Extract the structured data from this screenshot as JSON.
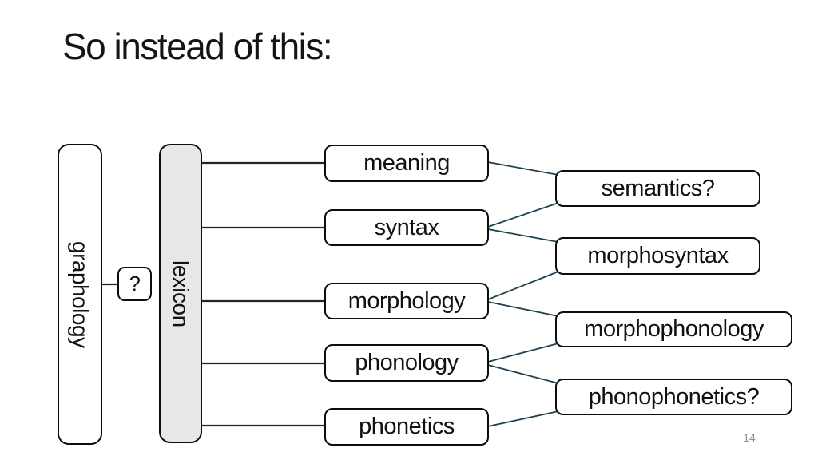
{
  "slide": {
    "title": "So instead of this:",
    "page_number": "14"
  },
  "diagram": {
    "graphology_label": "graphology",
    "question_label": "?",
    "lexicon_label": "lexicon",
    "middle_boxes": [
      "meaning",
      "syntax",
      "morphology",
      "phonology",
      "phonetics"
    ],
    "right_boxes": [
      "semantics?",
      "morphosyntax",
      "morphophonology",
      "phonophonetics?"
    ],
    "edges": [
      {
        "from": "graphology",
        "to": "?"
      },
      {
        "from": "lexicon",
        "to": "meaning"
      },
      {
        "from": "lexicon",
        "to": "syntax"
      },
      {
        "from": "lexicon",
        "to": "morphology"
      },
      {
        "from": "lexicon",
        "to": "phonology"
      },
      {
        "from": "lexicon",
        "to": "phonetics"
      },
      {
        "from": "meaning",
        "to": "semantics?"
      },
      {
        "from": "syntax",
        "to": "semantics?"
      },
      {
        "from": "syntax",
        "to": "morphosyntax"
      },
      {
        "from": "morphology",
        "to": "morphosyntax"
      },
      {
        "from": "morphology",
        "to": "morphophonology"
      },
      {
        "from": "phonology",
        "to": "morphophonology"
      },
      {
        "from": "phonology",
        "to": "phonophonetics?"
      },
      {
        "from": "phonetics",
        "to": "phonophonetics?"
      }
    ],
    "colors": {
      "box_border": "#0d0d0d",
      "box_fill": "#ffffff",
      "lexicon_fill": "#e7e7e7",
      "connector_dark": "#262626",
      "connector_teal": "#20404f",
      "title_text": "#141414",
      "page_number_text": "#8f8f8f"
    }
  }
}
